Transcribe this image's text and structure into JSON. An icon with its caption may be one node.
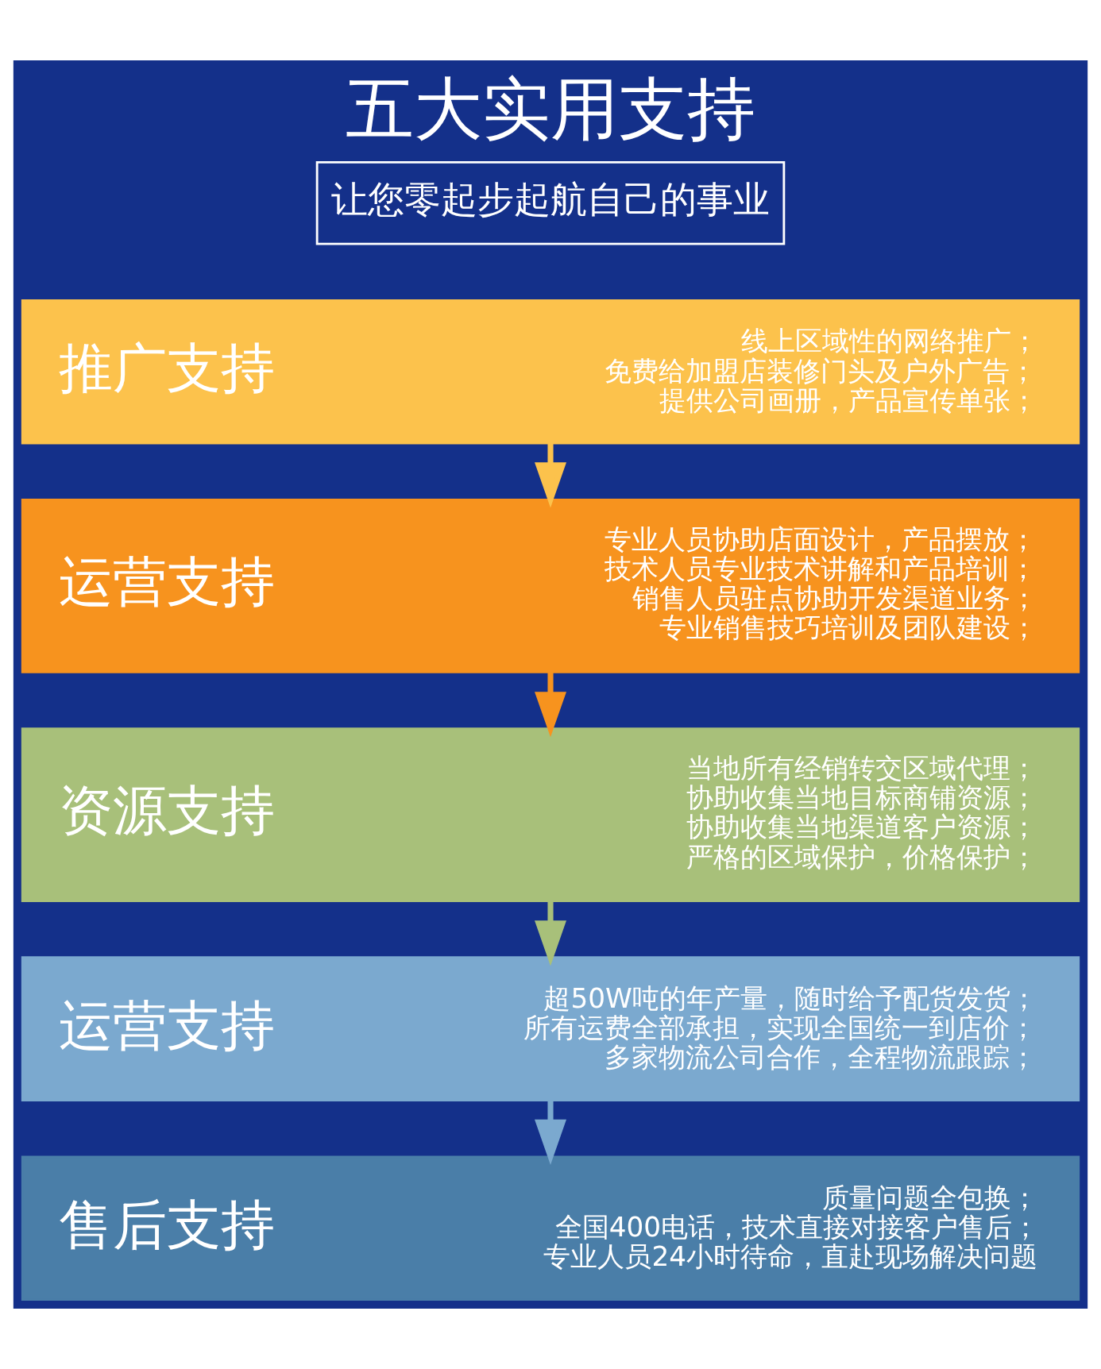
{
  "diagram": {
    "title": "五大实用支持",
    "nodes": [
      {
        "text": [
          "推广支持",
          "线上区域性的网络推广；",
          "免费给加盟店装修门头及户外广告；",
          "提供公司画册，产品宣传单张；"
        ]
      },
      {
        "text": [
          "运营支持",
          "专业人员协助店面设计，产品摆放；",
          "技术人员专业技术讲解和产品培训；",
          "销售人员驻点协助开发渠道业务；",
          "专业销售技巧培训及团队建设；"
        ]
      },
      {
        "text": [
          "资源支持",
          "当地所有经销转交区域代理；",
          "协助收集当地目标商铺资源；",
          "协助收集当地渠道客户资源；",
          "严格的区域保护，价格保护；"
        ]
      },
      {
        "text": [
          "运营支持",
          "超50W吨的年产量，随时给予配货发货；",
          "所有运费全部承担，实现全国统一到店价；",
          "多家物流公司合作，全程物流跟踪；"
        ]
      },
      {
        "text": [
          "售后支持",
          "质量问题全包换；",
          "全国400电话，技术直接对接客户售后；",
          "专业人员24小时待命，直赴现场解决问题"
        ]
      }
    ],
    "edges": [
      {
        "from": 0,
        "to": 1,
        "arrow": "to",
        "color": "#fcc24c"
      },
      {
        "from": 1,
        "to": 2,
        "arrow": "to",
        "color": "#f7931e"
      },
      {
        "from": 2,
        "to": 3,
        "arrow": "to",
        "color": "#a8c07a"
      },
      {
        "from": 3,
        "to": 4,
        "arrow": "to",
        "color": "#7ba9cf"
      }
    ],
    "labels": [
      "让您零起步起航自己的事业"
    ]
  }
}
